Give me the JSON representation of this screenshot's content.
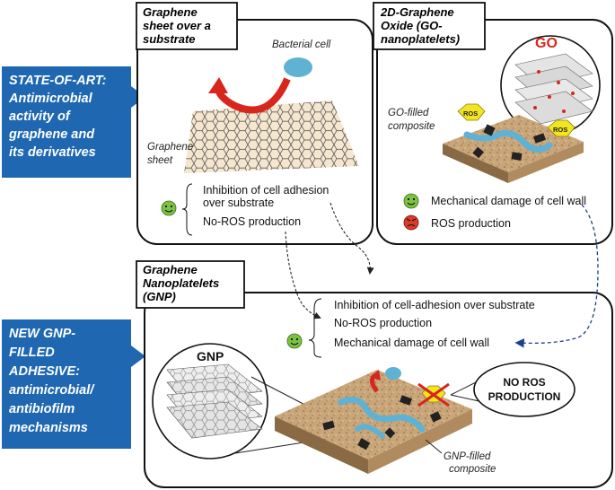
{
  "state_of_art": {
    "lines": [
      "STATE-OF-ART:",
      "Antimicrobial",
      "activity of",
      "graphene and",
      "its derivatives"
    ]
  },
  "new_gnp": {
    "lines": [
      "NEW GNP-",
      "FILLED",
      "ADHESIVE:",
      "antimicrobial/",
      "antibiofilm",
      "mechanisms"
    ]
  },
  "panel_graphene_sheet": {
    "title_lines": [
      "Graphene",
      "sheet over a",
      "substrate"
    ],
    "bacterial_cell": "Bacterial cell",
    "graphene_sheet_lines": [
      "Graphene",
      "sheet"
    ],
    "bullets": [
      "Inhibition of cell adhesion",
      "over substrate",
      "No-ROS production"
    ]
  },
  "panel_go": {
    "title_lines": [
      "2D-Graphene",
      "Oxide (GO-",
      "nanoplatelets)"
    ],
    "go_label": "GO",
    "composite_lines": [
      "GO-filled",
      "composite"
    ],
    "ros_badge": "ROS",
    "bullets": [
      "Mechanical damage of cell wall",
      "ROS production"
    ]
  },
  "panel_gnp": {
    "title_lines": [
      "Graphene",
      "Nanoplatelets",
      "(GNP)"
    ],
    "bullets": [
      "Inhibition of cell-adhesion over substrate",
      "No-ROS production",
      "Mechanical damage of cell wall"
    ],
    "gnp_label": "GNP",
    "no_ros_lines": [
      "NO ROS",
      "PRODUCTION"
    ],
    "composite_lines": [
      "GNP-filled",
      "composite"
    ]
  },
  "colors": {
    "banner_blue": "#1f67b1",
    "arrow_red": "#d8261c",
    "cell_blue": "#5fb2d4",
    "substrate_tan": "#c9a67a",
    "ros_yellow": "#f2e41f",
    "smiley_green": "#7cc242",
    "angry_red": "#d93a2a",
    "dashed_blue": "#1d3f8f"
  }
}
